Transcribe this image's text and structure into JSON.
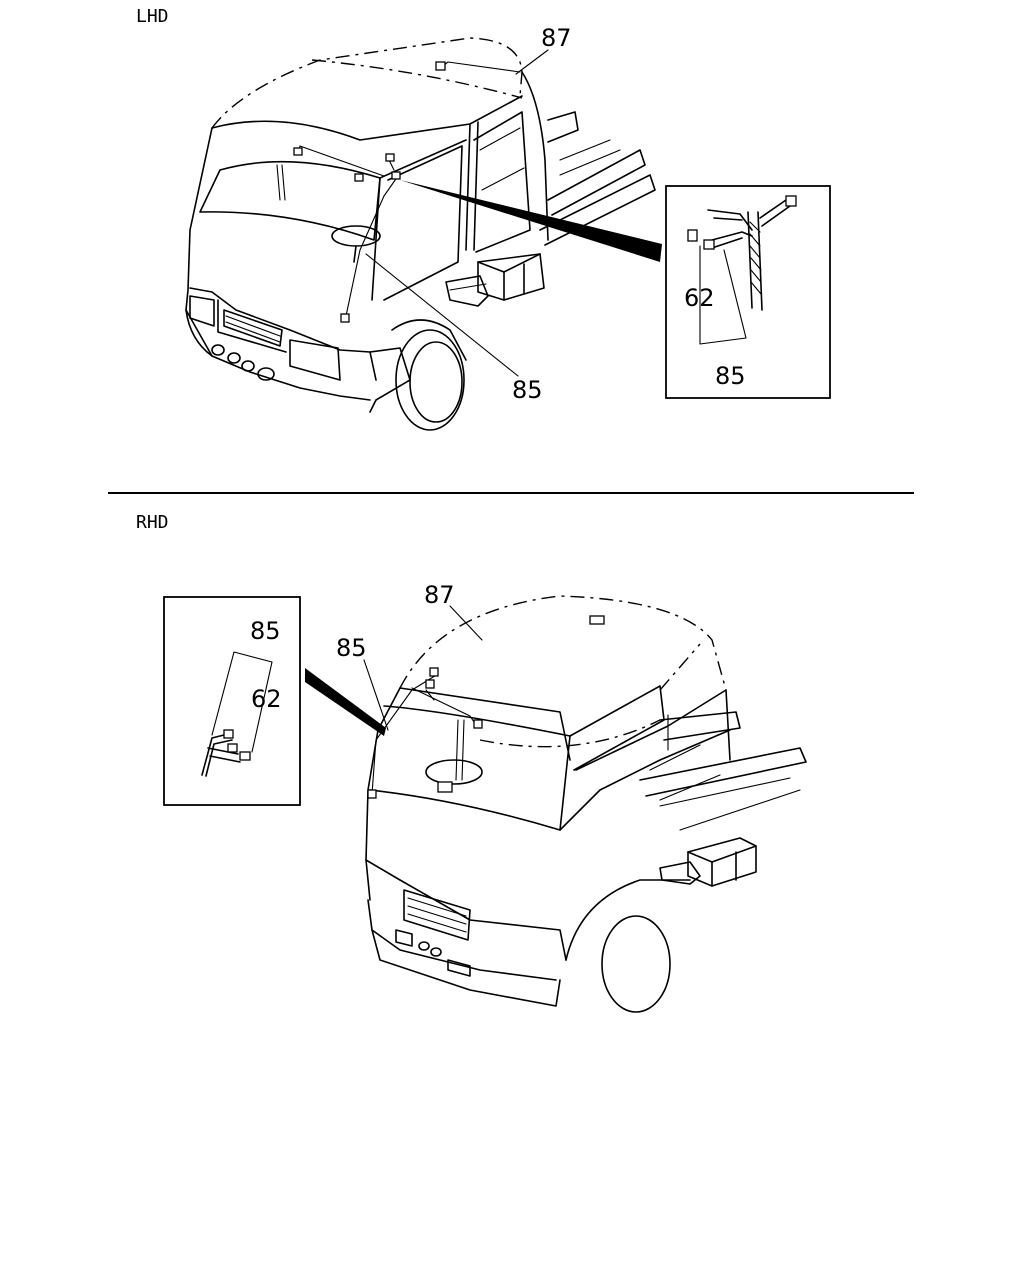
{
  "lhd": {
    "section_label": "LHD",
    "callouts": {
      "roof_harness": "87",
      "pillar_harness": "85"
    },
    "detail": {
      "connector": "62",
      "harness": "85"
    }
  },
  "rhd": {
    "section_label": "RHD",
    "callouts": {
      "roof_harness": "87",
      "pillar_harness": "85"
    },
    "detail": {
      "harness": "85",
      "connector": "62"
    }
  }
}
